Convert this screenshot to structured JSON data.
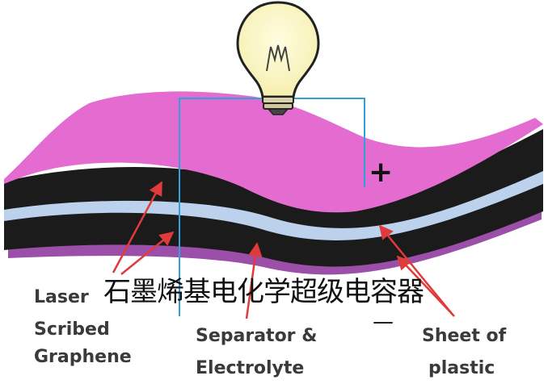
{
  "diagram": {
    "watermark": "石墨烯基电化学超级电容器",
    "plus_sign": "+",
    "minus_sign": "—",
    "labels": {
      "laser_line1": "Laser",
      "laser_line2": "Scribed",
      "laser_line3": "Graphene",
      "separator_line1": "Separator &",
      "separator_line2": "Electrolyte",
      "plastic_line1": "Sheet of",
      "plastic_line2": "plastic"
    },
    "colors": {
      "top_plastic": "#e46cd0",
      "graphene": "#1b1b1b",
      "separator": "#bcd2ec",
      "bottom_plastic": "#9c4fa8",
      "wire": "#2fa3d8",
      "arrows": "#e03a3a"
    },
    "icons": {
      "lamp": "light-bulb-icon"
    }
  }
}
